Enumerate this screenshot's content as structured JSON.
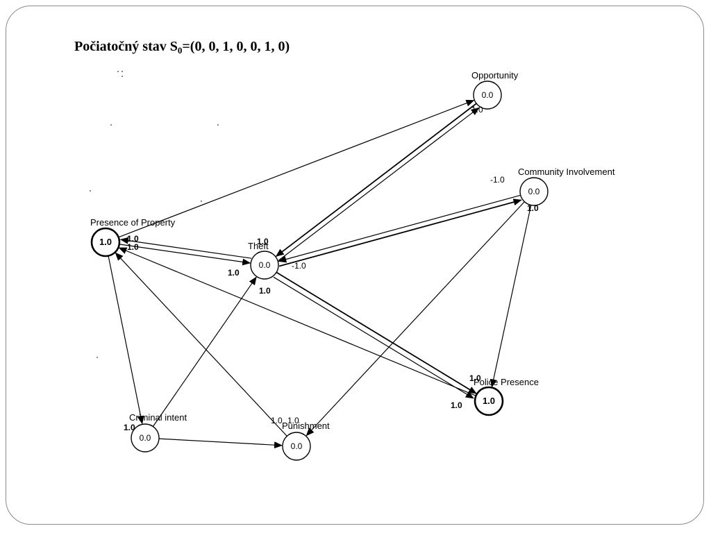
{
  "title": {
    "prefix": "Počiatočný stav S",
    "subscript": "0",
    "suffix": "=(0, 0, 1, 0, 0, 1, 0)"
  },
  "colors": {
    "ink": "#000000",
    "frame": "#8a8a8a",
    "background": "#ffffff"
  },
  "nodes": [
    {
      "id": "opportunity",
      "label": "Opportunity",
      "value": "0.0",
      "emphasis": false
    },
    {
      "id": "community",
      "label": "Community Involvement",
      "value": "0.0",
      "emphasis": false
    },
    {
      "id": "property",
      "label": "Presence of Property",
      "value": "1.0",
      "emphasis": true
    },
    {
      "id": "theft",
      "label": "Theft",
      "value": "0.0",
      "emphasis": false
    },
    {
      "id": "police",
      "label": "Police Presence",
      "value": "1.0",
      "emphasis": true
    },
    {
      "id": "intent",
      "label": "Criminal intent",
      "value": "0.0",
      "emphasis": false
    },
    {
      "id": "punishment",
      "label": "Punishment",
      "value": "0.0",
      "emphasis": false
    }
  ],
  "edges": [
    {
      "from": "property",
      "to": "opportunity"
    },
    {
      "from": "opportunity",
      "to": "theft"
    },
    {
      "from": "theft",
      "to": "opportunity"
    },
    {
      "from": "community",
      "to": "theft"
    },
    {
      "from": "theft",
      "to": "community"
    },
    {
      "from": "property",
      "to": "theft"
    },
    {
      "from": "theft",
      "to": "property"
    },
    {
      "from": "theft",
      "to": "police"
    },
    {
      "from": "theft",
      "to": "police"
    },
    {
      "from": "community",
      "to": "police"
    },
    {
      "from": "community",
      "to": "punishment"
    },
    {
      "from": "police",
      "to": "property"
    },
    {
      "from": "property",
      "to": "intent"
    },
    {
      "from": "intent",
      "to": "theft"
    },
    {
      "from": "punishment",
      "to": "property"
    },
    {
      "from": "intent",
      "to": "punishment"
    }
  ],
  "weights": [
    {
      "text": "1.0",
      "bold": false
    },
    {
      "text": "-1.0",
      "bold": false
    },
    {
      "text": "1.0",
      "bold": true
    },
    {
      "text": "1.0",
      "bold": true
    },
    {
      "text": "1.0",
      "bold": true
    },
    {
      "text": "1.0",
      "bold": true
    },
    {
      "text": "1.0",
      "bold": true
    },
    {
      "text": "-1.0",
      "bold": false
    },
    {
      "text": "1.0",
      "bold": true
    },
    {
      "text": "1.0",
      "bold": true
    },
    {
      "text": "1.0",
      "bold": true
    },
    {
      "text": "1.0",
      "bold": true
    },
    {
      "text": "1.0",
      "bold": false
    },
    {
      "text": "1.0",
      "bold": false
    }
  ]
}
